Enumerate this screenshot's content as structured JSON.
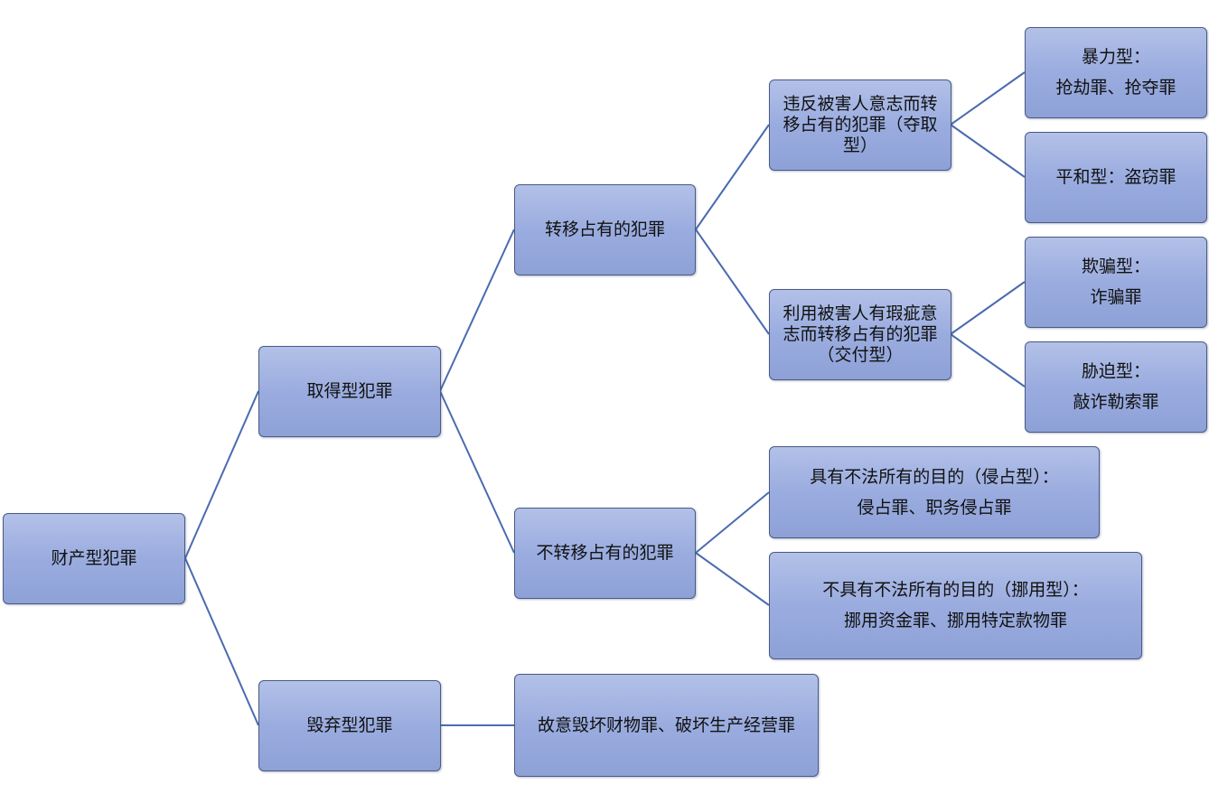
{
  "nodes": {
    "root": "财产型犯罪",
    "acquire": "取得型犯罪",
    "destroy": "毁弃型犯罪",
    "transfer": "转移占有的犯罪",
    "no_transfer": "不转移占有的犯罪",
    "destroy_crimes": "故意毁坏财物罪、破坏生产经营罪",
    "take_type": {
      "line1": "违反被害人意志而转",
      "line2": "移占有的犯罪（夺取",
      "line3": "型）"
    },
    "deliver_type": {
      "line1": "利用被害人有瑕疵意",
      "line2": "志而转移占有的犯罪",
      "line3": "（交付型）"
    },
    "violent": {
      "title": "暴力型：",
      "crimes": "抢劫罪、抢夺罪"
    },
    "peaceful": "平和型：盗窃罪",
    "fraud": {
      "title": "欺骗型：",
      "crimes": "诈骗罪"
    },
    "coercion": {
      "title": "胁迫型：",
      "crimes": "敲诈勒索罪"
    },
    "embezzle": {
      "title": "具有不法所有的目的（侵占型）：",
      "crimes": "侵占罪、职务侵占罪"
    },
    "misappropriate": {
      "title": "不具有不法所有的目的（挪用型）：",
      "crimes": "挪用资金罪、挪用特定款物罪"
    }
  },
  "colors": {
    "node_fill_top": "#b3c1e8",
    "node_fill_bottom": "#8ea1d7",
    "node_border": "#4a5a85",
    "connector": "#4a6bb0"
  }
}
